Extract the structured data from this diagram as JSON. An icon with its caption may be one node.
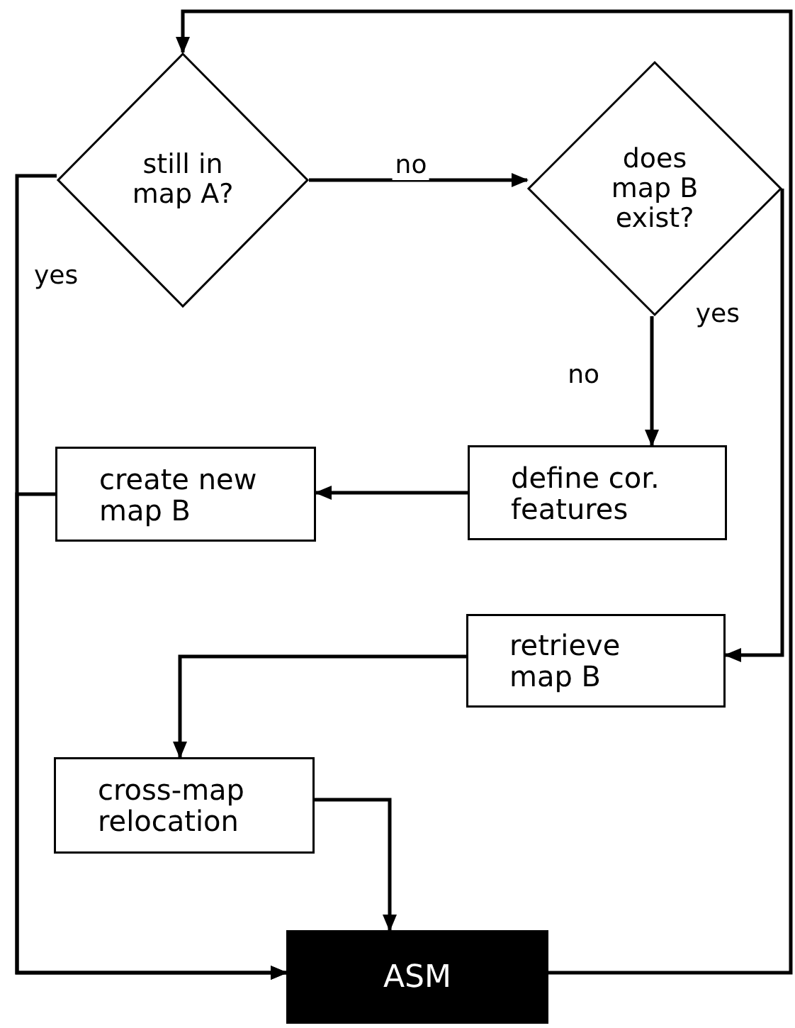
{
  "diagram": {
    "nodes": [
      {
        "text": [
          "still in map A?"
        ]
      },
      {
        "text": [
          "does map B exist?"
        ]
      },
      {
        "text": [
          "create new map B"
        ]
      },
      {
        "text": [
          "define cor. features"
        ]
      },
      {
        "text": [
          "retrieve map B"
        ]
      },
      {
        "text": [
          "cross-map relocation"
        ]
      },
      {
        "text": [
          "ASM"
        ]
      }
    ],
    "edges": [
      {
        "from": 0,
        "to": 1,
        "arrow": "to",
        "label": "no"
      },
      {
        "from": 0,
        "to": 6,
        "arrow": "to",
        "label": "yes"
      },
      {
        "from": 1,
        "to": 3,
        "arrow": "to",
        "label": "no"
      },
      {
        "from": 1,
        "to": 4,
        "arrow": "to",
        "label": "yes"
      },
      {
        "from": 3,
        "to": 2,
        "arrow": "to"
      },
      {
        "from": 2,
        "to": 6,
        "arrow": "to"
      },
      {
        "from": 4,
        "to": 5,
        "arrow": "to"
      },
      {
        "from": 5,
        "to": 6,
        "arrow": "to"
      },
      {
        "from": 6,
        "to": 0,
        "arrow": "to"
      }
    ]
  }
}
